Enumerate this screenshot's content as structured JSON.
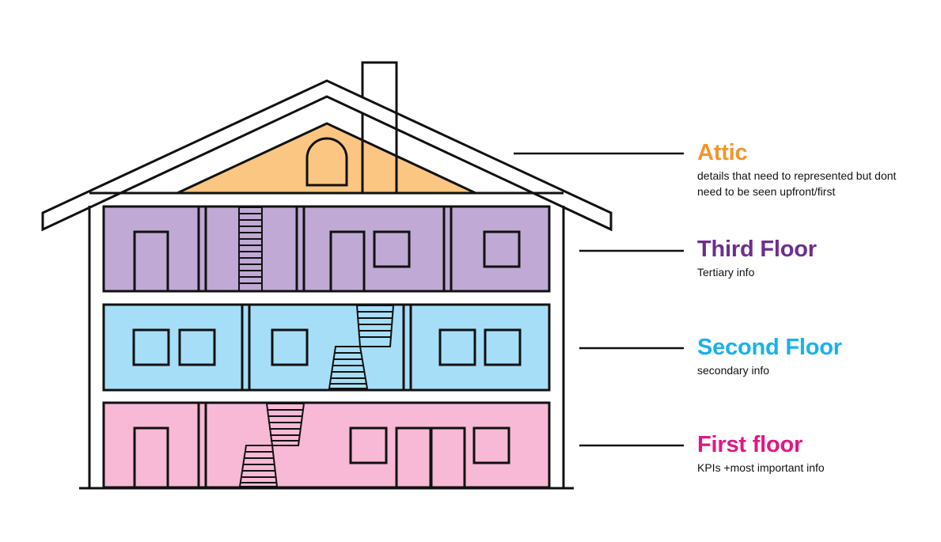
{
  "colors": {
    "outline": "#111111",
    "attic_fill": "#fac681",
    "third_fill": "#c0a9d5",
    "second_fill": "#a6def7",
    "first_fill": "#f7b9d5",
    "attic_text": "#f0962e",
    "third_text": "#6c2f8e",
    "second_text": "#19b2e8",
    "first_text": "#e01786"
  },
  "floors": {
    "attic": {
      "title": "Attic",
      "description": "details that need to represented but dont need to be seen upfront/first"
    },
    "third": {
      "title": "Third Floor",
      "description": "Tertiary info"
    },
    "second": {
      "title": "Second Floor",
      "description": "secondary info"
    },
    "first": {
      "title": "First floor",
      "description": "KPIs +most important info"
    }
  }
}
